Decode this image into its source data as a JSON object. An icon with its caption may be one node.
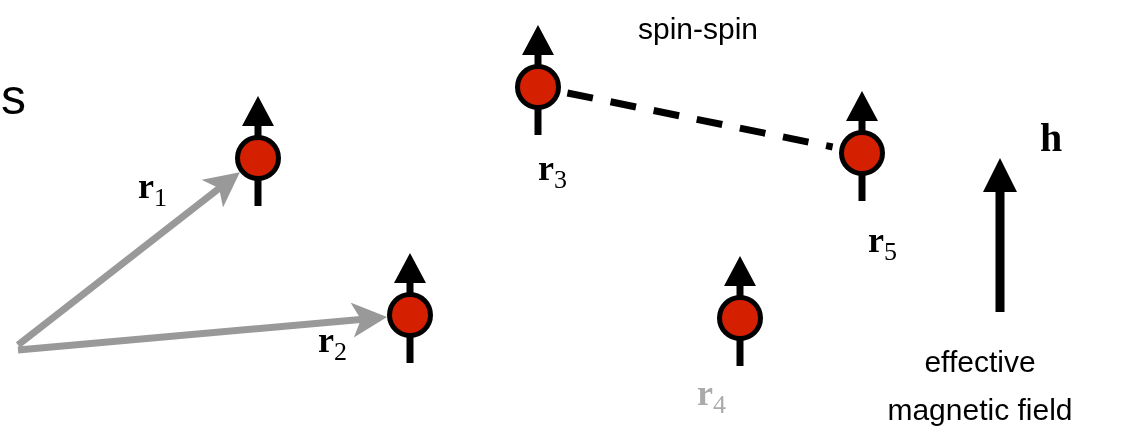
{
  "diagram": {
    "nodes": [
      {
        "text": [],
        "shape": "circle",
        "beside": [
          "**r**$_{1}$"
        ]
      },
      {
        "text": [],
        "shape": "circle",
        "beside": [
          "**r**$_{2}$"
        ]
      },
      {
        "text": [],
        "shape": "circle",
        "beside": [
          "**r**$_{3}$"
        ]
      },
      {
        "text": [],
        "shape": "circle",
        "beside": [
          "**r**$_{4}$"
        ]
      },
      {
        "text": [],
        "shape": "circle",
        "beside": [
          "**r**$_{5}$"
        ]
      }
    ],
    "edges": [
      {
        "from": null,
        "to": 0,
        "arrow": "to",
        "color": "#999999"
      },
      {
        "from": null,
        "to": 1,
        "arrow": "to",
        "color": "#999999"
      },
      {
        "from": 2,
        "to": 4,
        "arrow": "none",
        "style": "dashed",
        "color": "#000000",
        "label": "spin-spin"
      }
    ],
    "labels": [
      "s",
      "h",
      "effective magnetic field"
    ]
  }
}
